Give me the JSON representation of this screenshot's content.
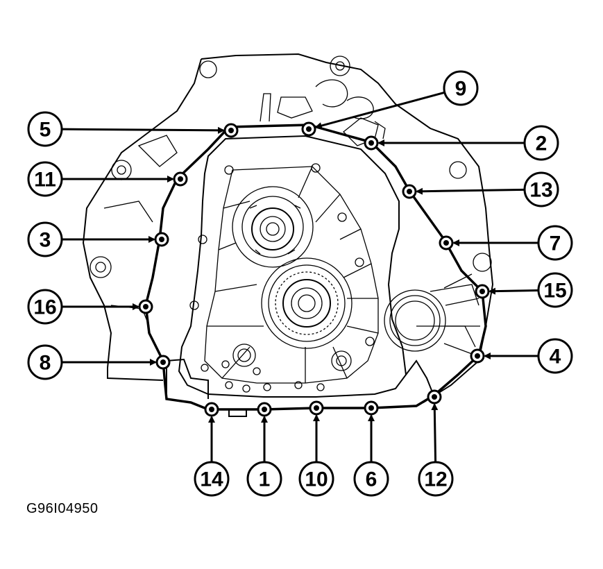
{
  "figure_code": "G96I04950",
  "colors": {
    "line": "#000000",
    "background": "#ffffff"
  },
  "callouts": [
    {
      "label": "5",
      "side": "left"
    },
    {
      "label": "11",
      "side": "left"
    },
    {
      "label": "3",
      "side": "left"
    },
    {
      "label": "16",
      "side": "left"
    },
    {
      "label": "8",
      "side": "left"
    },
    {
      "label": "9",
      "side": "right"
    },
    {
      "label": "2",
      "side": "right"
    },
    {
      "label": "13",
      "side": "right"
    },
    {
      "label": "7",
      "side": "right"
    },
    {
      "label": "15",
      "side": "right"
    },
    {
      "label": "4",
      "side": "right"
    },
    {
      "label": "14",
      "side": "bottom"
    },
    {
      "label": "1",
      "side": "bottom"
    },
    {
      "label": "10",
      "side": "bottom"
    },
    {
      "label": "6",
      "side": "bottom"
    },
    {
      "label": "12",
      "side": "bottom"
    }
  ]
}
